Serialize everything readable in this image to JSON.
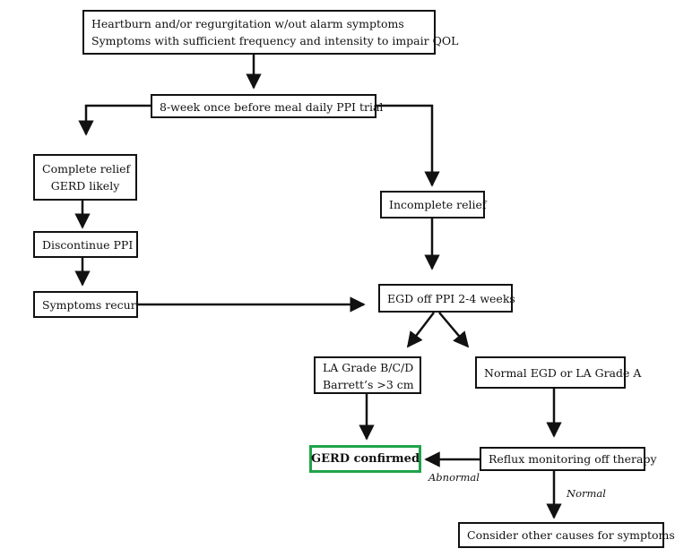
{
  "nodes": {
    "start": [
      "Heartburn and/or regurgitation w/out alarm symptoms",
      "Symptoms with sufficient frequency and intensity to impair QOL"
    ],
    "ppi_trial": "8-week once before meal daily PPI trial",
    "complete_relief": [
      "Complete relief",
      "GERD likely"
    ],
    "discontinue": "Discontinue PPI",
    "symptoms_recur": "Symptoms recur",
    "incomplete_relief": "Incomplete relief",
    "egd": "EGD off PPI 2-4 weeks",
    "la_grade": [
      "LA Grade B/C/D",
      "Barrett’s >3 cm"
    ],
    "normal_egd": "Normal EGD or LA Grade A",
    "gerd_confirmed": "GERD confirmed",
    "reflux": "Reflux monitoring off therapy",
    "other_causes": "Consider other causes for symptoms"
  },
  "edge_labels": {
    "abnormal": "Abnormal",
    "normal": "Normal"
  },
  "colors": {
    "line": "#111111",
    "confirmed_border": "#1fa34a"
  }
}
